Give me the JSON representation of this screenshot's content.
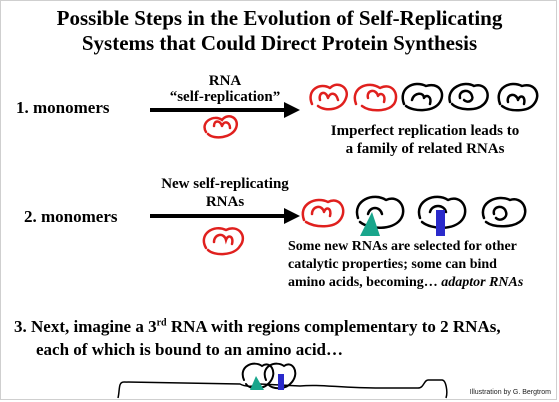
{
  "title": {
    "line1": "Possible Steps in the Evolution of Self-Replicating",
    "line2": "Systems that Could Direct Protein Synthesis"
  },
  "step1": {
    "label": "1. monomers",
    "arrow_top": "RNA",
    "arrow_bottom": "“self-replication”",
    "caption_line1": "Imperfect replication leads to",
    "caption_line2": "a family of related RNAs"
  },
  "step2": {
    "label": "2. monomers",
    "arrow_top": "New self-replicating",
    "arrow_bottom": "RNAs",
    "caption_line1": "Some new RNAs are selected for other",
    "caption_line2": "catalytic properties; some can bind",
    "caption_line3_plain": "amino acids, becoming… ",
    "caption_line3_italic": "adaptor RNAs"
  },
  "step3": {
    "line1_a": "3. Next, imagine a 3",
    "line1_sup": "rd",
    "line1_b": " RNA with regions complementary to 2 RNAs,",
    "line2": "each of which is bound to an amino acid…"
  },
  "credit": "Illustration by G. Bergtrom",
  "colors": {
    "rna_red": "#e0201e",
    "rna_black": "#000000",
    "amino_green": "#19a68c",
    "amino_blue": "#2a2acb"
  }
}
